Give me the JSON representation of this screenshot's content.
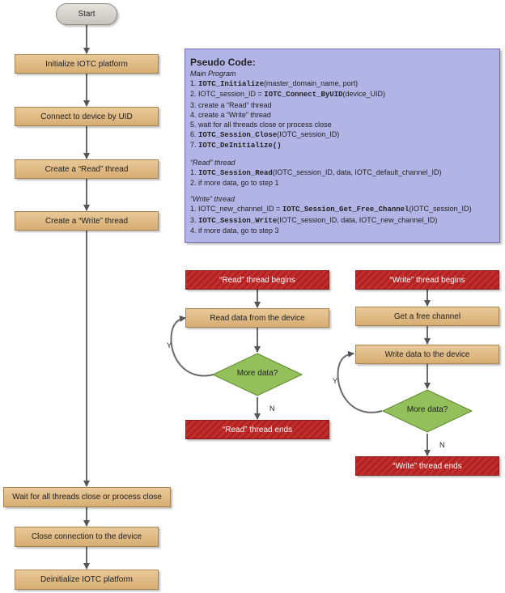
{
  "main_flow": {
    "start": "Start",
    "init": "Initialize IOTC platform",
    "connect": "Connect to device by UID",
    "create_read": "Create a “Read” thread",
    "create_write": "Create a “Write” thread",
    "wait": "Wait for all threads close or process close",
    "close": "Close connection to the device",
    "deinit": "Deinitialize IOTC platform"
  },
  "pseudo": {
    "title": "Pseudo Code:",
    "main_header": "Main Program",
    "main_lines": [
      {
        "pre": "1. ",
        "fn": "IOTC_Initialize",
        "post": "(master_domain_name, port)"
      },
      {
        "pre": "2. IOTC_session_ID = ",
        "fn": "IOTC_Connect_ByUID",
        "post": "(device_UID)"
      },
      {
        "pre": "3. create a “Read” thread",
        "fn": "",
        "post": ""
      },
      {
        "pre": "4. create a “Write” thread",
        "fn": "",
        "post": ""
      },
      {
        "pre": "5. wait for all threads close or process close",
        "fn": "",
        "post": ""
      },
      {
        "pre": "6. ",
        "fn": "IOTC_Session_Close",
        "post": "(IOTC_session_ID)"
      },
      {
        "pre": "7. ",
        "fn": "IOTC_DeInitialize()",
        "post": ""
      }
    ],
    "read_header": "“Read” thread",
    "read_lines": [
      {
        "pre": "1. ",
        "fn": "IOTC_Session_Read",
        "post": "(IOTC_session_ID, data, IOTC_default_channel_ID)"
      },
      {
        "pre": "2. if more data, go to step 1",
        "fn": "",
        "post": ""
      }
    ],
    "write_header": "“Write” thread",
    "write_lines": [
      {
        "pre": "1. IOTC_new_channel_ID = ",
        "fn": "IOTC_Session_Get_Free_Channel",
        "post": "(IOTC_session_ID)"
      },
      {
        "pre": "3. ",
        "fn": "IOTC_Session_Write",
        "post": "(IOTC_session_ID, data, IOTC_new_channel_ID)"
      },
      {
        "pre": "4. if more data, go to step 3",
        "fn": "",
        "post": ""
      }
    ]
  },
  "read_flow": {
    "begin": "“Read” thread begins",
    "read": "Read data from the device",
    "decision": "More data?",
    "yes": "Y",
    "no": "N",
    "end": "“Read” thread ends"
  },
  "write_flow": {
    "begin": "“Write” thread begins",
    "get": "Get a free channel",
    "write": "Write data to the device",
    "decision": "More data?",
    "yes": "Y",
    "no": "N",
    "end": "“Write” thread ends"
  },
  "colors": {
    "process": "#dcb47c",
    "terminal": "#c0392b",
    "decision": "#93c05a",
    "pseudo_bg": "#b3b4e6",
    "start": "#d6d4cf"
  }
}
